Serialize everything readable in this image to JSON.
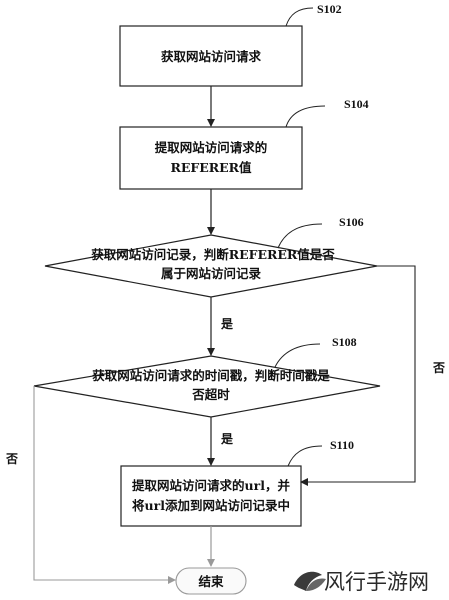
{
  "steps": {
    "s102": "S102",
    "s104": "S104",
    "s106": "S106",
    "s108": "S108",
    "s110": "S110"
  },
  "nodes": {
    "get_request": "获取网站访问请求",
    "extract_referer_line1": "提取网站访问请求的",
    "extract_referer_line2": "REFERER值",
    "decision_referer_line1": "获取网站访问记录，判断REFERER值是否",
    "decision_referer_line2": "属于网站访问记录",
    "decision_timestamp_line1": "获取网站访问请求的时间戳，判断时间戳是",
    "decision_timestamp_line2": "否超时",
    "add_url_line1": "提取网站访问请求的url，并",
    "add_url_line2": "将url添加到网站访问记录中",
    "end": "结束"
  },
  "branches": {
    "yes1": "是",
    "yes2": "是",
    "no_right": "否",
    "no_left": "否"
  },
  "watermark": {
    "text": "风行手游网",
    "icon": "logo-icon"
  },
  "colors": {
    "line": "#222222",
    "faded_line": "#9a9a9a"
  }
}
